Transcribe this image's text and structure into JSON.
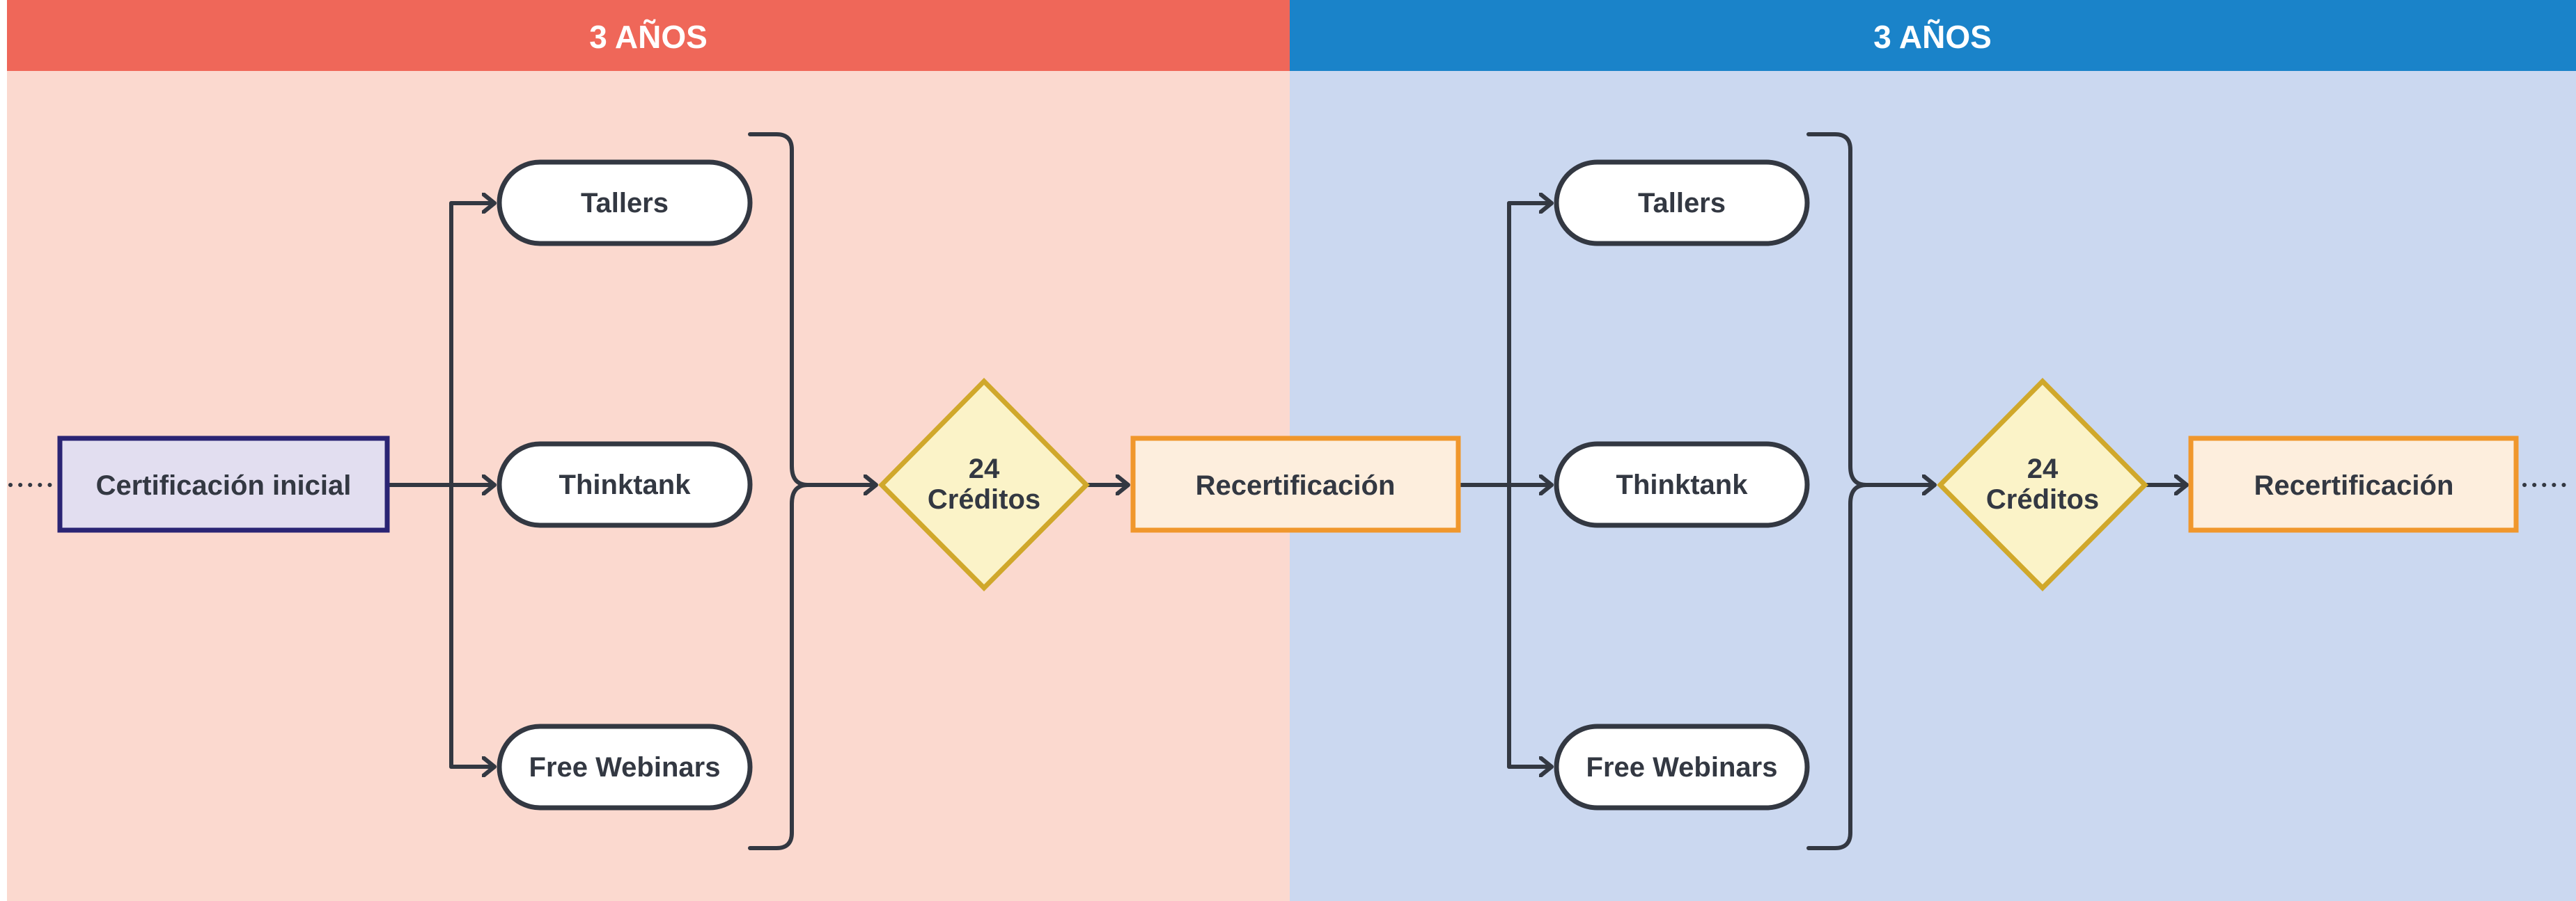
{
  "colors": {
    "period1_header": "#ef6759",
    "period1_bg": "#fbd9cf",
    "period2_header": "#1a83c9",
    "period2_bg": "#cbd8f0",
    "line": "#333842",
    "start_fill": "#e2def0",
    "start_stroke": "#2a2474",
    "diamond_fill": "#fbf3c8",
    "diamond_stroke": "#d0a82b",
    "recert_fill": "#fdeedd",
    "recert_stroke": "#f0972c"
  },
  "periods": [
    {
      "header": "3 AÑOS",
      "activities": [
        "Tallers",
        "Thinktank",
        "Free Webinars"
      ],
      "credits_num": "24",
      "credits_unit": "Créditos",
      "result": "Recertificación"
    },
    {
      "header": "3 AÑOS",
      "activities": [
        "Tallers",
        "Thinktank",
        "Free Webinars"
      ],
      "credits_num": "24",
      "credits_unit": "Créditos",
      "result": "Recertificación"
    }
  ],
  "start": {
    "label": "Certificación inicial"
  }
}
